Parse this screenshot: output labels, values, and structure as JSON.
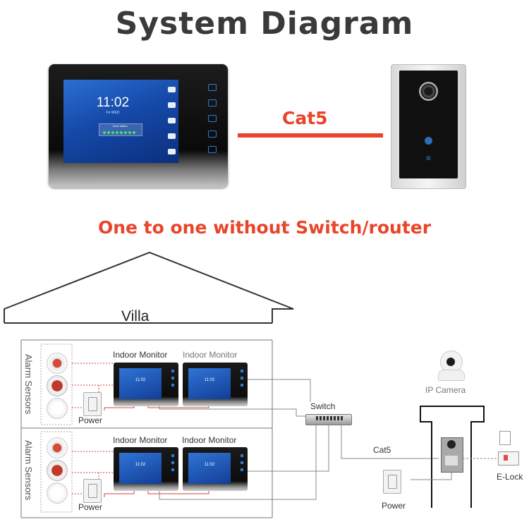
{
  "title": "System Diagram",
  "subtitle": "One to one without Switch/router",
  "cat5_top": "Cat5",
  "big_monitor": {
    "time": "11:02",
    "date": "Fri  WED",
    "status": "Zone status"
  },
  "house": {
    "label": "Villa",
    "floors": [
      {
        "alarm_label": "Alarm Sensors",
        "monitor1_label": "Indoor Monitor",
        "monitor2_label": "Indoor Monitor",
        "power_label": "Power",
        "screen_time": "11:02"
      },
      {
        "alarm_label": "Alarm Sensors",
        "monitor1_label": "Indoor Monitor",
        "monitor2_label": "Indoor Monitor",
        "power_label": "Power",
        "screen_time": "11:02"
      }
    ]
  },
  "switch_label": "Switch",
  "ipcam_label": "IP Camera",
  "cat5_bottom": "Cat5",
  "outdoor_power_label": "Power",
  "elock_label": "E-Lock",
  "colors": {
    "accent": "#e8452a",
    "title": "#3a3a3a",
    "wire_red": "#d94040",
    "wire_gray": "#888888"
  }
}
